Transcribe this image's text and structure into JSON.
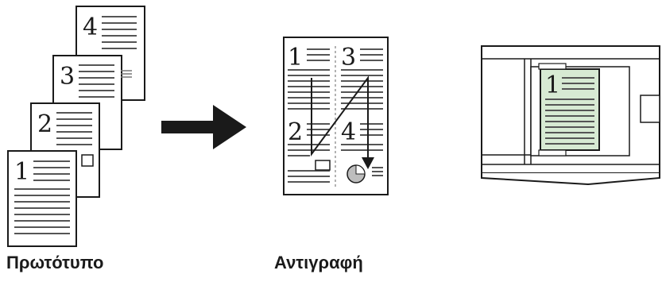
{
  "captions": {
    "original": "Πρωτότυπο",
    "copy": "Αντιγραφή"
  },
  "original_pages": [
    "1",
    "2",
    "3",
    "4"
  ],
  "copy_page_numbers": [
    "1",
    "3",
    "2",
    "4"
  ],
  "glass_page_number": "1",
  "icons": {
    "arrow": "right-arrow-icon",
    "staple": "staple-icon",
    "page_order_path": "z-order-arrow-icon",
    "scanner": "scanner-glass-icon"
  },
  "colors": {
    "ink": "#1a1a1a",
    "lines": "#555555",
    "glass_page": "#d7ead3",
    "staple": "#bdbdbd"
  }
}
